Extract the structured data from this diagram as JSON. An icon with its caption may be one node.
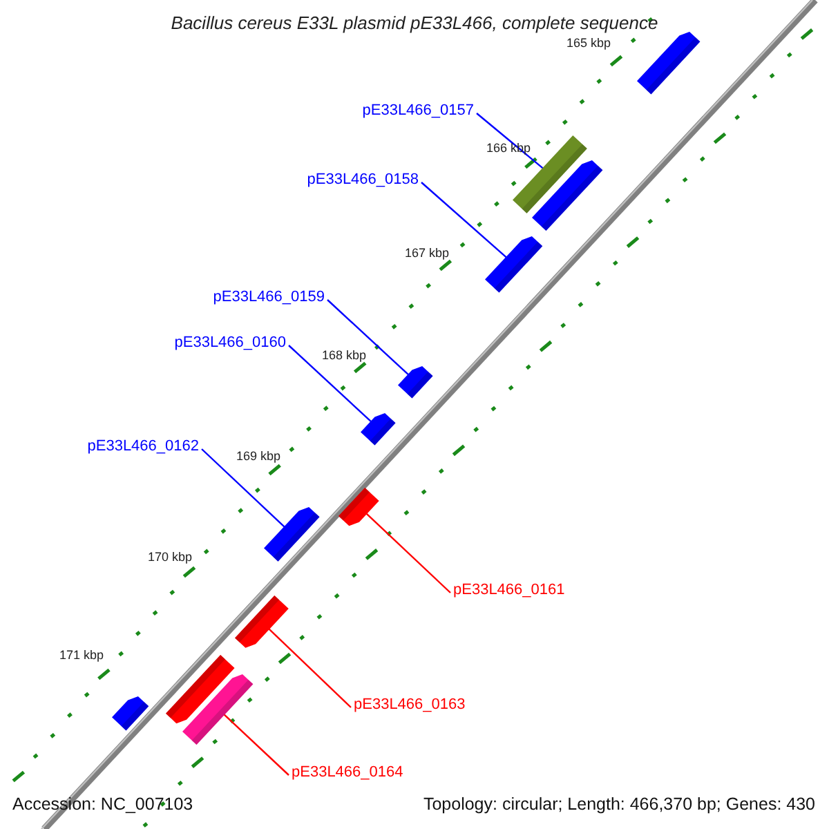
{
  "diagram": {
    "title": "Bacillus cereus E33L plasmid pE33L466, complete sequence",
    "nodes": [
      {
        "text": [
          "pE33L466_0157"
        ]
      },
      {
        "text": [
          "pE33L466_0158"
        ]
      },
      {
        "text": [
          "pE33L466_0159"
        ]
      },
      {
        "text": [
          "pE33L466_0160"
        ]
      },
      {
        "text": [
          "pE33L466_0162"
        ]
      },
      {
        "text": [
          "pE33L466_0161"
        ]
      },
      {
        "text": [
          "pE33L466_0163"
        ]
      },
      {
        "text": [
          "pE33L466_0164"
        ]
      },
      {
        "text": [],
        "shape": "arrow"
      },
      {
        "text": [],
        "shape": "bar"
      },
      {
        "text": [],
        "shape": "arrow"
      },
      {
        "text": [],
        "shape": "arrow"
      },
      {
        "text": [],
        "shape": "arrow"
      },
      {
        "text": [],
        "shape": "arrow"
      },
      {
        "text": [],
        "shape": "arrow"
      },
      {
        "text": [],
        "shape": "arrow"
      },
      {
        "text": [],
        "shape": "arrow"
      },
      {
        "text": [],
        "shape": "arrow"
      },
      {
        "text": [],
        "shape": "arrow"
      },
      {
        "text": [],
        "shape": "arrow"
      }
    ],
    "edges": [
      {
        "from": 0,
        "to": 9,
        "arrow": "none"
      },
      {
        "from": 1,
        "to": 11,
        "arrow": "none"
      },
      {
        "from": 2,
        "to": 12,
        "arrow": "none"
      },
      {
        "from": 3,
        "to": 13,
        "arrow": "none"
      },
      {
        "from": 4,
        "to": 14,
        "arrow": "none"
      },
      {
        "from": 5,
        "to": 15,
        "arrow": "none",
        "color": "#ff0000"
      },
      {
        "from": 6,
        "to": 16,
        "arrow": "none",
        "color": "#ff0000"
      },
      {
        "from": 7,
        "to": 19,
        "arrow": "none",
        "color": "#ff0000"
      }
    ],
    "labels": [
      "165 kbp",
      "166 kbp",
      "167 kbp",
      "168 kbp",
      "169 kbp",
      "170 kbp",
      "171 kbp",
      "Accession: NC_007103",
      "Topology: circular; Length: 466,370 bp; Genes: 430"
    ]
  }
}
